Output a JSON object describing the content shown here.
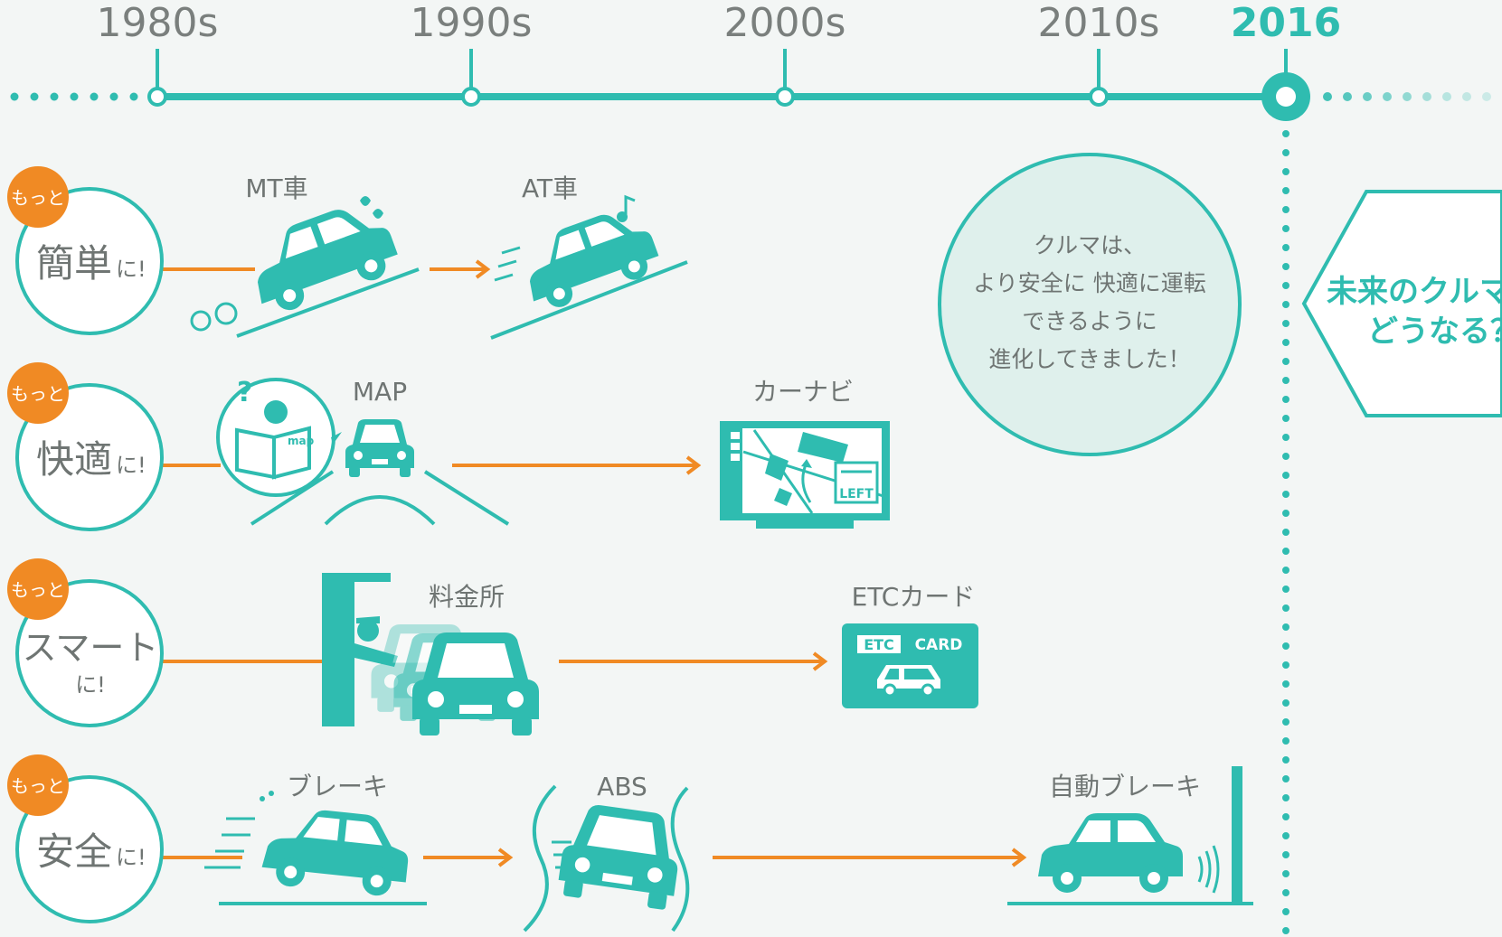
{
  "timeline": {
    "decades": [
      "1980s",
      "1990s",
      "2000s",
      "2010s"
    ],
    "current_year": "2016"
  },
  "future": {
    "line1": "未来のクルマ",
    "line2": "どうなる？"
  },
  "summary": {
    "lines": [
      "クルマは、",
      "より安全に 快適に運転",
      "できるように",
      "進化してきました！"
    ]
  },
  "rows": [
    {
      "badge": "もっと",
      "word": "簡単",
      "suffix": "に!",
      "labels": [
        "MT車",
        "AT車"
      ]
    },
    {
      "badge": "もっと",
      "word": "快適",
      "suffix": "に!",
      "labels": [
        "MAP",
        "カーナビ"
      ]
    },
    {
      "badge": "もっと",
      "word": "スマート",
      "suffix": "に!",
      "labels": [
        "料金所",
        "ETCカード"
      ]
    },
    {
      "badge": "もっと",
      "word": "安全",
      "suffix": "に!",
      "labels": [
        "ブレーキ",
        "ABS",
        "自動ブレーキ"
      ]
    }
  ],
  "icons": {
    "map_book_text": "map",
    "navi_sign_text": "LEFT",
    "etc_left": "ETC",
    "etc_right": "CARD"
  },
  "colors": {
    "teal": "#2fbcb0",
    "orange": "#f08a24",
    "gray_text": "#6f7573",
    "background": "#f3f6f5"
  }
}
